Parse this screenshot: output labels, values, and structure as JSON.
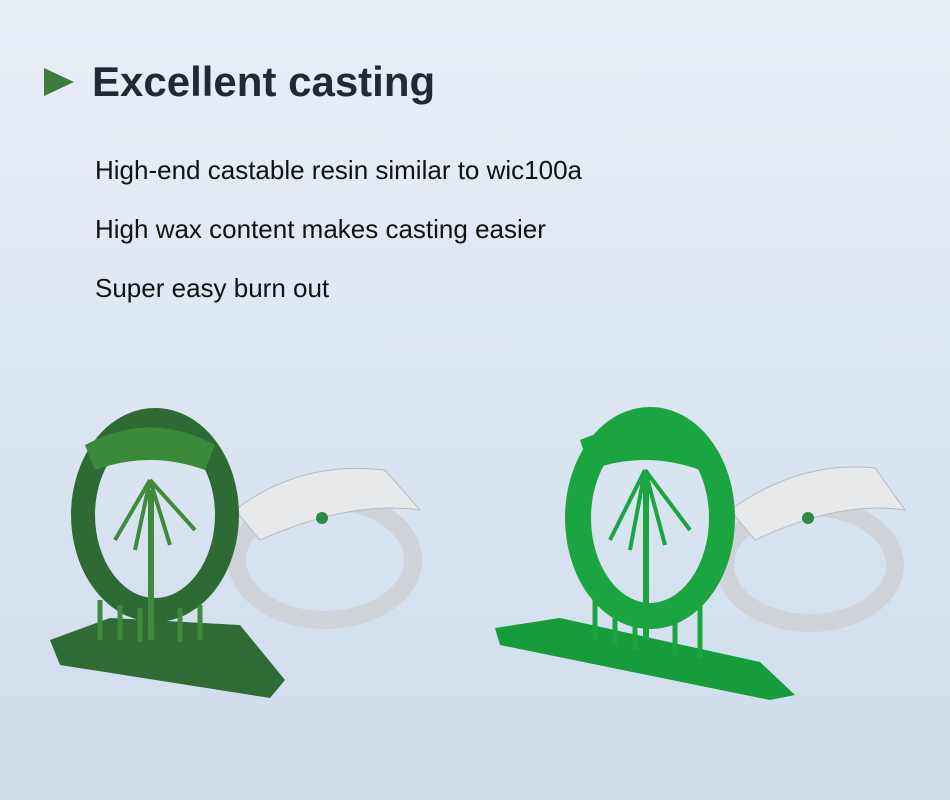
{
  "heading": "Excellent casting",
  "features": [
    "High-end castable resin similar to wic100a",
    "High wax content makes casting easier",
    "Super easy burn out"
  ],
  "colors": {
    "accent": "#3e7d3e",
    "dark_resin": "#2f6b34",
    "bright_resin": "#18a03c",
    "silver": "#d8dadc"
  }
}
